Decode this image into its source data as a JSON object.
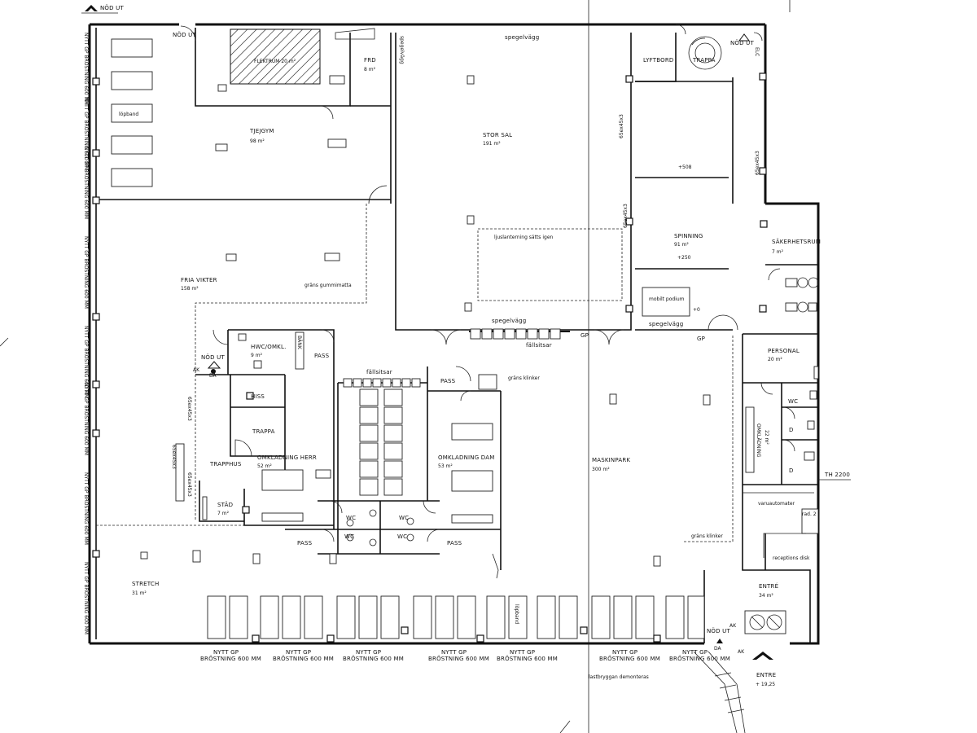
{
  "plan": {
    "rooms": {
      "tjejgym": {
        "name": "TJEJGYM",
        "area": "98 m²"
      },
      "fria_vikter": {
        "name": "FRIA VIKTER",
        "area": "158 m²"
      },
      "stor_sal": {
        "name": "STOR SAL",
        "area": "191 m²"
      },
      "spinning": {
        "name": "SPINNING",
        "area": "91 m²"
      },
      "sakerhetsrum": {
        "name": "SÄKERHETSRUM",
        "area": "7 m²"
      },
      "personal": {
        "name": "PERSONAL",
        "area": "20 m²"
      },
      "maskinpark": {
        "name": "MASKINPARK",
        "area": "300 m²"
      },
      "omkladning_herr": {
        "name": "OMKLADNING HERR",
        "area": "52 m²"
      },
      "omkladning_dam": {
        "name": "OMKLADNING DAM",
        "area": "53 m²"
      },
      "hwc_omkl": {
        "name": "HWC/OMKL.",
        "area": "9 m²"
      },
      "stretch": {
        "name": "STRETCH",
        "area": "31 m²"
      },
      "entre": {
        "name": "ENTRÉ",
        "area": "34 m²"
      },
      "frd": {
        "name": "FRD",
        "area": "8 m²"
      },
      "stad": {
        "name": "STÄD",
        "area": "7 m²"
      },
      "omkladning_small": {
        "name": "OMKLÄDNING",
        "area": "22 m²"
      }
    },
    "labels": {
      "nod_ut": "NÖD UT",
      "lyftbord": "LYFTBORD",
      "trappa": "TRAPPA",
      "hiss": "HISS",
      "trapphus": "TRAPPHUS",
      "pass": "PASS",
      "wc": "WC",
      "d": "D",
      "gp": "GP",
      "ak": "AK",
      "da": "DA",
      "lopband": "löpband",
      "spegelvagg": "spegelvägg",
      "fallsitsar": "fällsitsar",
      "grans_gummimatta": "gräns gummimatta",
      "grans_klinker": "gräns klinker",
      "ljuslantern": "ljuslanterning sätts igen",
      "mobilt_podium": "mobilt podium",
      "plus508": "+508",
      "plus250": "+250",
      "plus0": "+0",
      "varuautomater": "varuautomater",
      "receptions_disk": "receptions disk",
      "th_2200": "TH 2200",
      "nytt_gp": "NYTT GP",
      "brostning": "BRÖSTNING 600 MM",
      "lastbryggan": "lastbryggan demonteras",
      "entre_lower": "ENTRE",
      "elev_entre": "+ 19,25",
      "fonster": "65ex45x3",
      "rad": "rad. 2",
      "bank": "BÄNK",
      "elc": "ELC",
      "flektrum": "FLEKTRUM 20 m²",
      "west_wall": "NYTT GP BRÖSTNING 600 MM"
    }
  }
}
